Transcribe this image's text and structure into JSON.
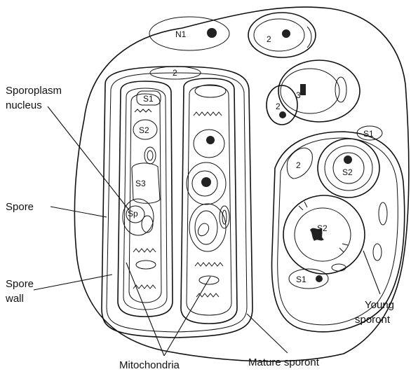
{
  "labels": {
    "sporoplasm_nucleus_line1": "Sporoplasm",
    "sporoplasm_nucleus_line2": "nucleus",
    "spore": "Spore",
    "spore_wall_line1": "Spore",
    "spore_wall_line2": "wall",
    "mitochondria": "Mitochondria",
    "mature_sporont": "Mature sporont",
    "young_sporont_line1": "Young",
    "young_sporont_line2": "sporont"
  },
  "inner_labels": {
    "n1": "N1",
    "two_a": "2",
    "two_b": "2",
    "two_c": "2",
    "two_d": "2",
    "three": "3",
    "s1_left": "S1",
    "s2_left": "S2",
    "s3_left": "S3",
    "sp": "Sp",
    "s1_right_top": "S1",
    "s2_right_top": "S2",
    "s2_right_bottom": "S2",
    "s1_right_bottom": "S1"
  },
  "colors": {
    "ink": "#111111",
    "background": "#ffffff"
  }
}
